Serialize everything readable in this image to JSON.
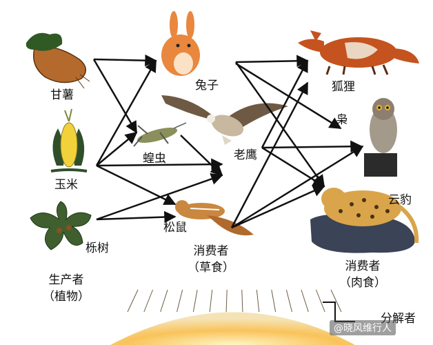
{
  "organisms": {
    "sweet_potato": "甘薯",
    "corn": "玉米",
    "oak": "栎树",
    "rabbit": "兔子",
    "locust": "蝗虫",
    "squirrel": "松鼠",
    "eagle": "老鹰",
    "fox": "狐狸",
    "owl": "枭",
    "leopard": "云豹"
  },
  "groups": {
    "producer_line1": "生产者",
    "producer_line2": "（植物）",
    "herbivore_line1": "消费者",
    "herbivore_line2": "（草食）",
    "carnivore_line1": "消费者",
    "carnivore_line2": "（肉食）",
    "decomposer": "分解者"
  },
  "watermark": "@晓风维行人",
  "feeding_links": [
    {
      "from": "sweet_potato",
      "to": "rabbit"
    },
    {
      "from": "sweet_potato",
      "to": "locust"
    },
    {
      "from": "corn",
      "to": "rabbit"
    },
    {
      "from": "corn",
      "to": "locust"
    },
    {
      "from": "corn",
      "to": "eagle"
    },
    {
      "from": "corn",
      "to": "squirrel"
    },
    {
      "from": "oak",
      "to": "squirrel"
    },
    {
      "from": "oak",
      "to": "eagle"
    },
    {
      "from": "rabbit",
      "to": "fox"
    },
    {
      "from": "rabbit",
      "to": "owl"
    },
    {
      "from": "rabbit",
      "to": "leopard"
    },
    {
      "from": "locust",
      "to": "eagle"
    },
    {
      "from": "eagle",
      "to": "fox"
    },
    {
      "from": "eagle",
      "to": "owl"
    },
    {
      "from": "eagle",
      "to": "leopard"
    },
    {
      "from": "squirrel",
      "to": "fox"
    },
    {
      "from": "squirrel",
      "to": "owl"
    },
    {
      "from": "squirrel",
      "to": "leopard"
    }
  ],
  "colors": {
    "arrow": "#111111",
    "sun": "#f6b94a",
    "rabbit": "#e8873d",
    "fox": "#c4531f",
    "leopard": "#d9a44a",
    "rock": "#3b4457"
  }
}
